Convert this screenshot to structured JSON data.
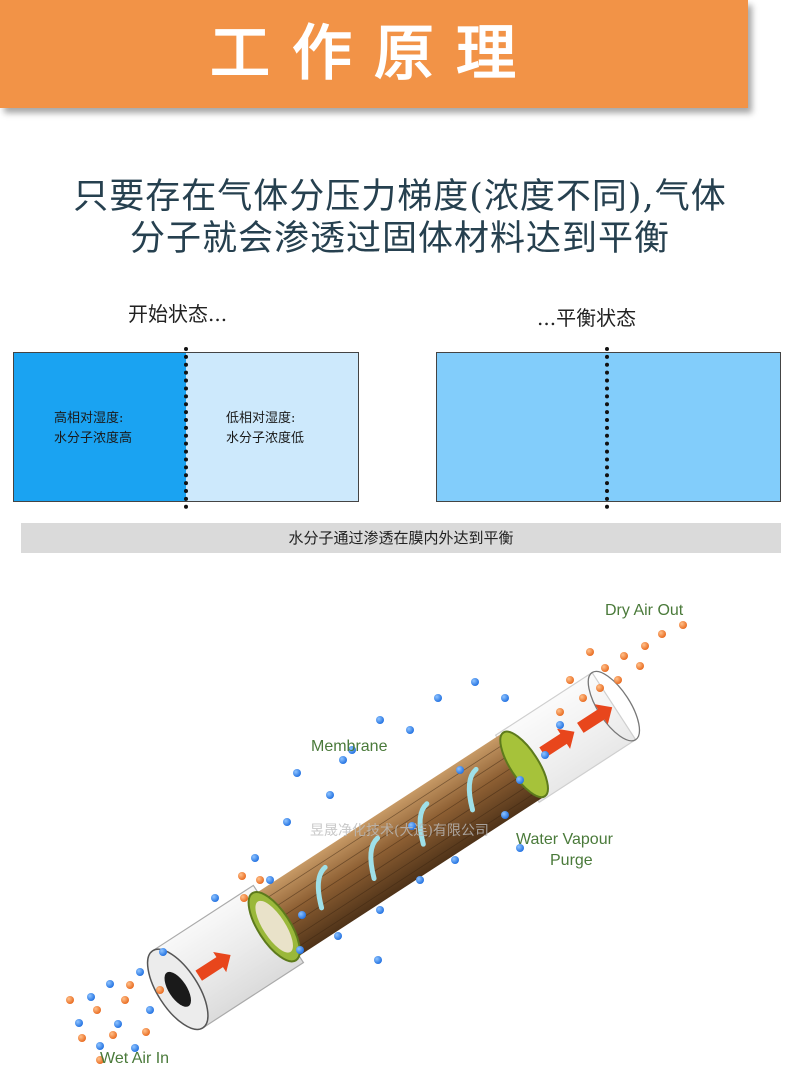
{
  "header": {
    "title": "工作原理"
  },
  "headline": {
    "line1": "只要存在气体分压力梯度(浓度不同),气体",
    "line2": "分子就会渗透过固体材料达到平衡"
  },
  "states": {
    "start_label": "开始状态...",
    "end_label": "...平衡状态",
    "high_side": {
      "line1": "高相对湿度:",
      "line2": "水分子浓度高"
    },
    "low_side": {
      "line1": "低相对湿度:",
      "line2": "水分子浓度低"
    }
  },
  "caption": "水分子通过渗透在膜内外达到平衡",
  "diagram": {
    "dry_air_out": "Dry Air Out",
    "membrane": "Membrane",
    "water_vapour_purge_1": "Water Vapour",
    "water_vapour_purge_2": "Purge",
    "wet_air_in": "Wet Air In",
    "watermark": "昱晟净化技术(大连)有限公司"
  },
  "colors": {
    "banner": "#f29347",
    "headline": "#26404f",
    "high_humidity": "#1aa3f2",
    "low_humidity": "#cde9fc",
    "equilibrium": "#82cdfb",
    "water_molecule": "#1f6fe0",
    "air_molecule": "#f07a28",
    "label_green": "#4a7a3a"
  }
}
